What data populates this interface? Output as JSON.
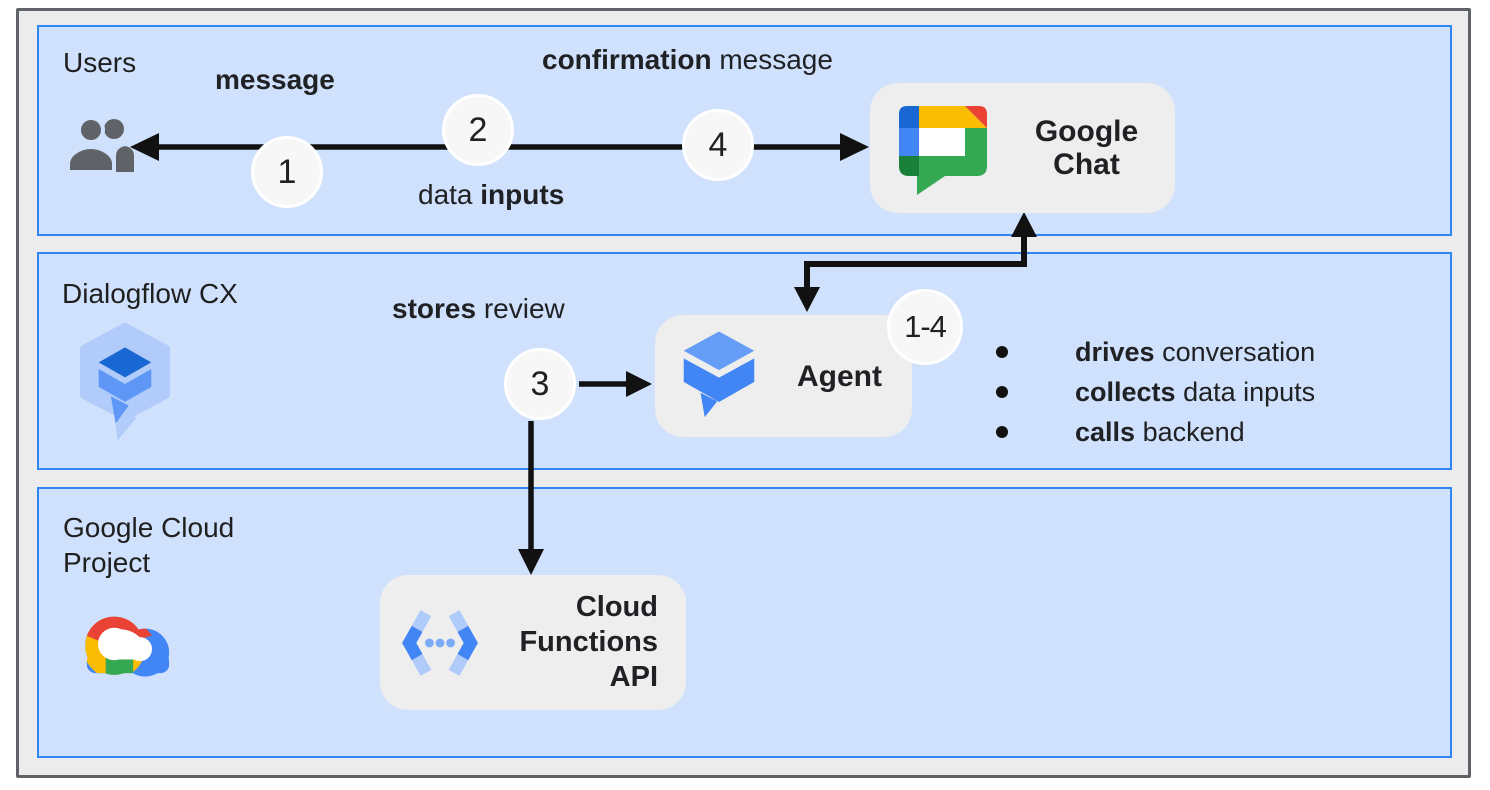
{
  "colors": {
    "band_fill": "#cfe1fc",
    "band_border": "#2f86f1",
    "frame_fill": "#ececec",
    "frame_border": "#5f6368",
    "node_fill": "#eeeeee",
    "step_circle_fill": "#f7f7f7",
    "arrow": "#111111",
    "text": "#202124",
    "google_blue": "#4285f4",
    "google_dark_blue": "#1967d2",
    "google_light_blue": "#aecbfa",
    "google_red": "#ea4335",
    "google_yellow": "#fbbc04",
    "google_green": "#34a853",
    "google_dark_green": "#188038",
    "users_icon_gray": "#5f6368"
  },
  "bands": {
    "users": {
      "title": "Users"
    },
    "dialogflow_cx": {
      "title": "Dialogflow CX"
    },
    "google_cloud_project": {
      "title_line1": "Google Cloud",
      "title_line2": "Project"
    }
  },
  "flow_labels": {
    "message": {
      "pre": "",
      "bold": "message",
      "post": ""
    },
    "confirmation_message": {
      "pre": "",
      "bold": "confirmation",
      "post": " message"
    },
    "data_inputs": {
      "pre": "data ",
      "bold": "inputs",
      "post": ""
    },
    "stores_review": {
      "pre": "",
      "bold": "stores",
      "post": " review"
    }
  },
  "steps": {
    "step1": "1",
    "step2": "2",
    "step3": "3",
    "step4": "4",
    "step_range": "1-4"
  },
  "nodes": {
    "google_chat": {
      "label_line1": "Google",
      "label_line2": "Chat"
    },
    "agent": {
      "label": "Agent"
    },
    "cloud_functions": {
      "label_line1": "Cloud",
      "label_line2": "Functions",
      "label_line3": "API"
    }
  },
  "agent_capabilities": [
    {
      "bold": "drives",
      "rest": " conversation"
    },
    {
      "bold": "collects",
      "rest": " data inputs"
    },
    {
      "bold": "calls",
      "rest": " backend"
    }
  ],
  "icons": {
    "users": "users-icon",
    "google_chat": "google-chat-icon",
    "dialogflow_cx": "dialogflow-cx-icon",
    "agent": "dialogflow-agent-icon",
    "google_cloud": "google-cloud-icon",
    "cloud_functions": "cloud-functions-api-icon"
  }
}
